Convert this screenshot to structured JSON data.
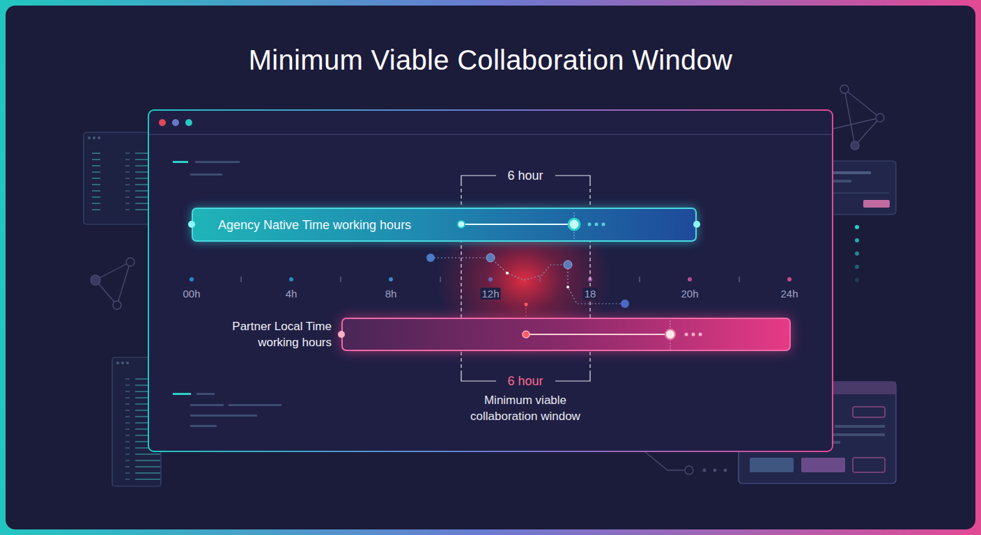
{
  "diagram": {
    "title": "Minimum Viable Collaboration Window",
    "nodes": [
      {
        "text": [
          "Agency Native Time working hours"
        ]
      },
      {
        "text": [
          "Partner Local Time working hours"
        ]
      }
    ],
    "labels": [
      "6 hour",
      "6 hour",
      "Minimum viable collaboration window",
      "00h",
      "4h",
      "8h",
      "12h",
      "18",
      "20h",
      "24h"
    ]
  }
}
